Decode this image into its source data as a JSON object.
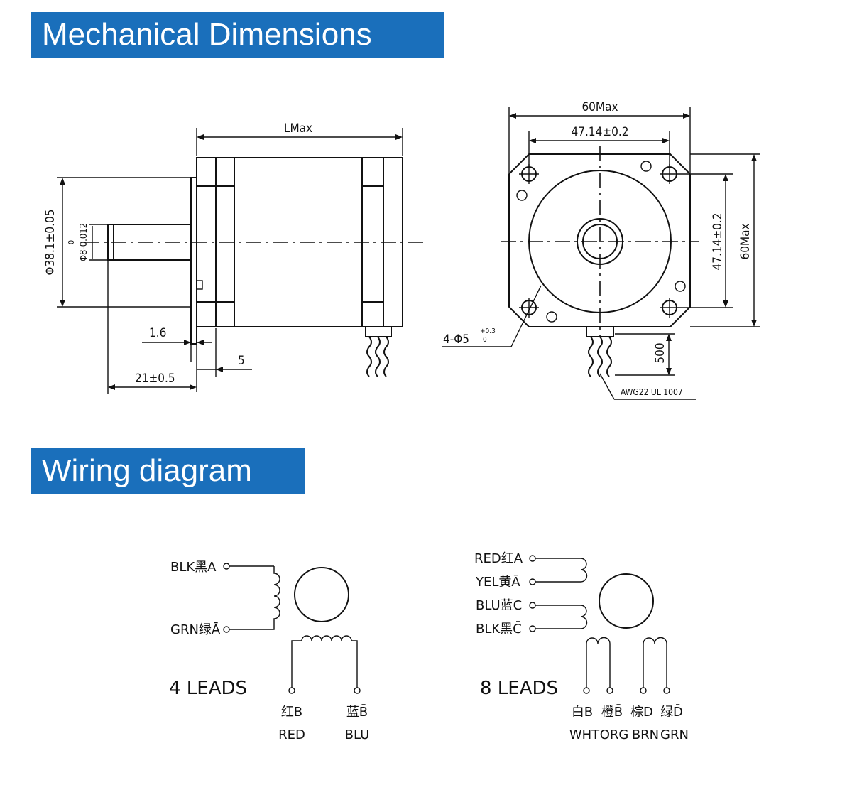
{
  "sections": {
    "mechanical_title": "Mechanical Dimensions",
    "wiring_title": "Wiring diagram"
  },
  "side_view": {
    "length_label": "LMax",
    "body_dia_label": "Φ38.1±0.05",
    "shaft_dia_label": "Φ8-0.012",
    "shaft_dia_tol": "0",
    "flange_label": "1.6",
    "step_label": "5",
    "shaft_len_label": "21±0.5"
  },
  "front_view": {
    "width_label": "60Max",
    "hole_spacing_h": "47.14±0.2",
    "hole_spacing_v": "47.14±0.2",
    "height_label": "60Max",
    "holes_label": "4-Φ5",
    "holes_tol_upper": "+0.3",
    "holes_tol_lower": "0",
    "lead_len_label": "500",
    "wire_label": "AWG22 UL 1007"
  },
  "wiring": {
    "four_leads": {
      "title": "4 LEADS",
      "left_top": "BLK黑A",
      "left_bottom": "GRN绿Ā",
      "bottom_left": [
        "红B",
        "RED"
      ],
      "bottom_right": [
        "蓝B̄",
        "BLU"
      ]
    },
    "eight_leads": {
      "title": "8 LEADS",
      "left_labels": [
        "RED红A",
        "YEL黄Ā",
        "BLU蓝C",
        "BLK黑C̄"
      ],
      "bottom_cn": [
        "白B",
        "橙B̄",
        "棕D",
        "绿D̄"
      ],
      "bottom_en": [
        "WHT",
        "ORG",
        "BRN",
        "GRN"
      ]
    }
  }
}
